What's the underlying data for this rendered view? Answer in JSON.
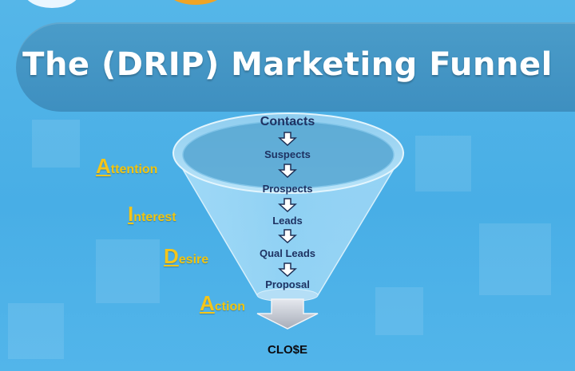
{
  "title": "The (DRIP) Marketing Funnel",
  "funnel_stages": [
    "Contacts",
    "Suspects",
    "Prospects",
    "Leads",
    "Qual Leads",
    "Proposal"
  ],
  "aida": [
    {
      "initial": "A",
      "rest": "ttention"
    },
    {
      "initial": "I",
      "rest": "nterest"
    },
    {
      "initial": "D",
      "rest": "esire"
    },
    {
      "initial": "A",
      "rest": "ction"
    }
  ],
  "outcome": "CLO$E",
  "colors": {
    "background": "#4fb2e8",
    "banner": "#4295c4",
    "aida_text": "#f1c40f",
    "stage_text": "#1e3262"
  }
}
